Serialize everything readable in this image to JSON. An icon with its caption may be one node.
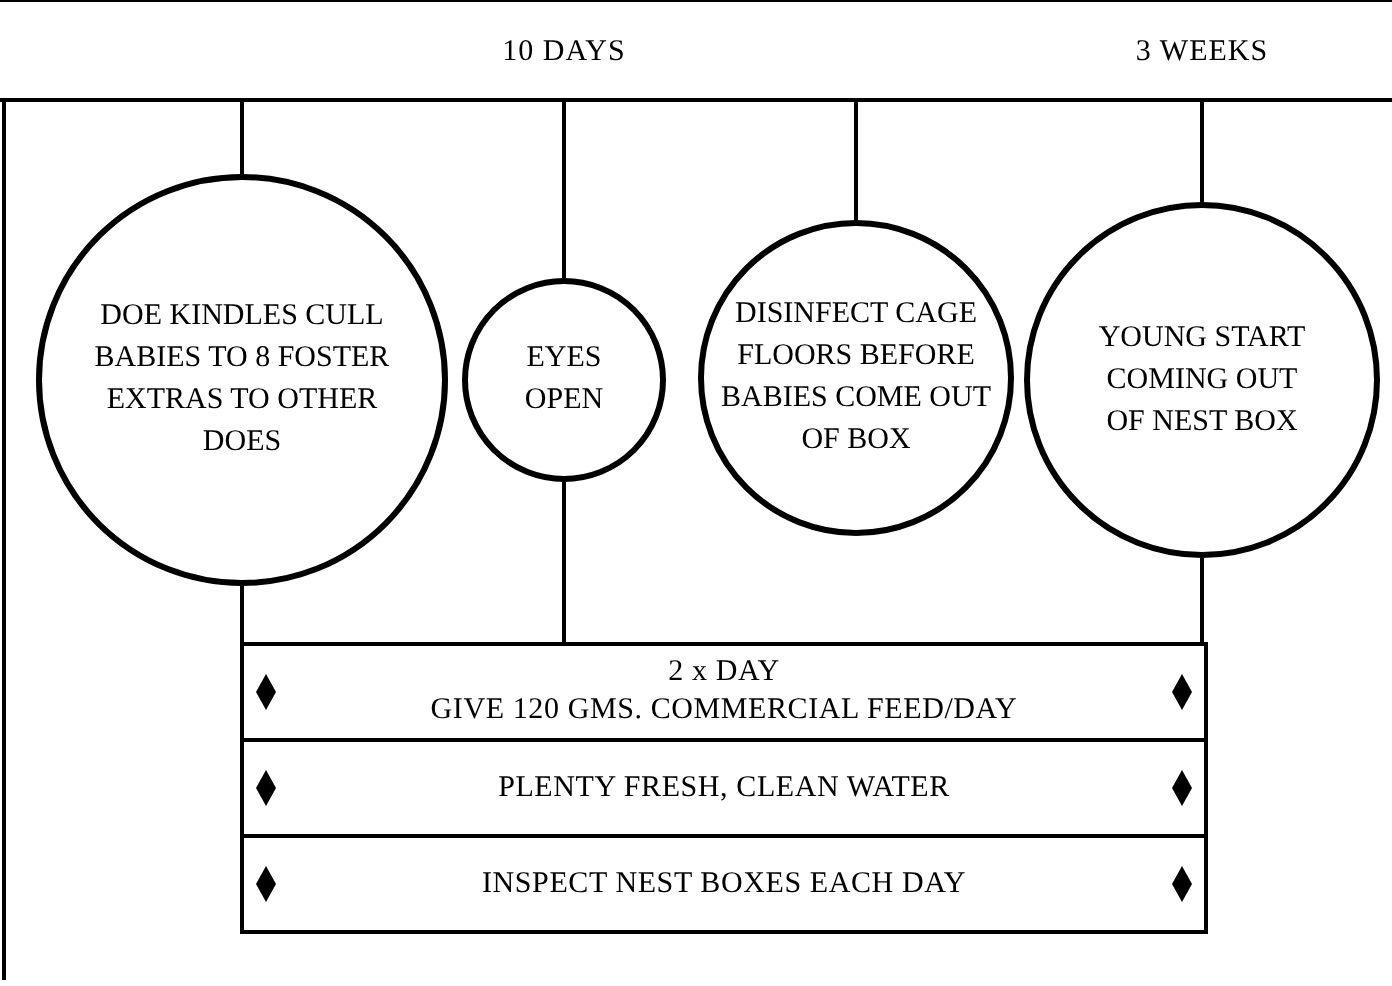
{
  "diagram": {
    "nodes": [
      {
        "text": [
          "10 DAYS",
          "3 WEEKS"
        ]
      },
      {
        "text": [
          "DOE KINDLES CULL BABIES TO 8 FOSTER EXTRAS TO OTHER DOES"
        ]
      },
      {
        "text": [
          "EYES OPEN"
        ]
      },
      {
        "text": [
          "DISINFECT CAGE FLOORS BEFORE BABIES COME OUT OF BOX"
        ]
      },
      {
        "text": [
          "YOUNG START COMING OUT OF NEST BOX"
        ]
      },
      {
        "text": [
          "2 x DAY",
          "GIVE 120 GMS. COMMERCIAL FEED/DAY"
        ]
      },
      {
        "text": [
          "PLENTY FRESH, CLEAN WATER"
        ]
      },
      {
        "text": [
          "INSPECT NEST BOXES EACH DAY"
        ]
      }
    ],
    "edges": [
      {
        "from": 0,
        "to": 1,
        "arrow": "none"
      },
      {
        "from": 0,
        "to": 2,
        "arrow": "none"
      },
      {
        "from": 0,
        "to": 3,
        "arrow": "none"
      },
      {
        "from": 0,
        "to": 4,
        "arrow": "none"
      },
      {
        "from": 1,
        "to": 5,
        "arrow": "none"
      },
      {
        "from": 2,
        "to": 5,
        "arrow": "none"
      },
      {
        "from": 4,
        "to": 5,
        "arrow": "none"
      }
    ]
  }
}
